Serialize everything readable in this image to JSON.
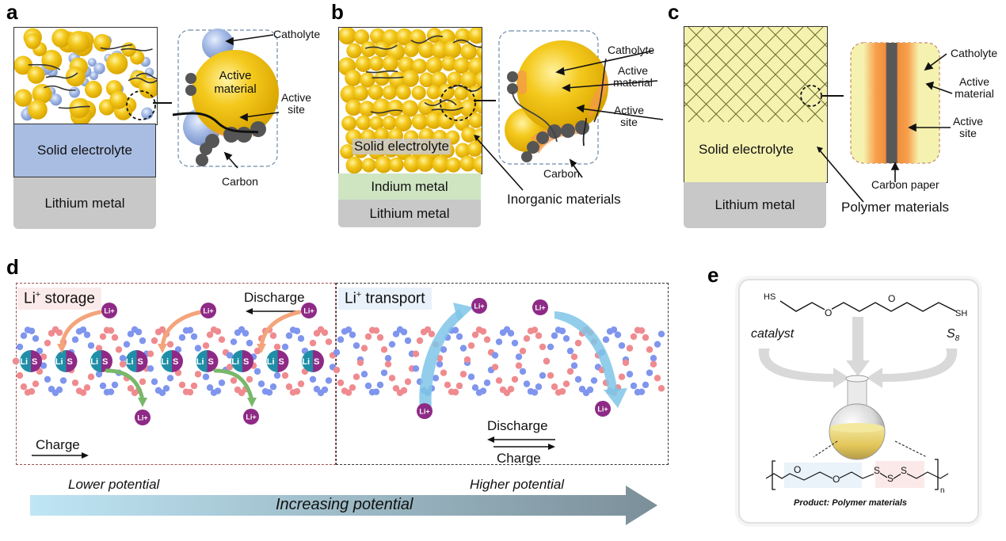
{
  "colors": {
    "active_material": "#f2c318",
    "active_site": "#f59a4a",
    "catholyte_a": "#a9bde6",
    "carbon": "#555555",
    "solid_electrolyte_a": "#a9bde3",
    "lithium_metal": "#c8c8c8",
    "indium_metal": "#cfe5c2",
    "polymer_electrolyte": "#f5f2b0",
    "helix_red": "#ef8b8f",
    "helix_blue": "#7f95ee",
    "li_ion": "#8e2a86",
    "lis_teal": "#1f8fa8",
    "storage_box": "#fbeaea",
    "transport_box": "#e9f1fb"
  },
  "panel_a": {
    "letter": "a",
    "layers": {
      "solid_electrolyte": "Solid electrolyte",
      "lithium_metal": "Lithium metal"
    },
    "zoom": {
      "center_label": "Active material",
      "callouts": {
        "catholyte": "Catholyte",
        "active_site": "Active site",
        "carbon": "Carbon"
      }
    }
  },
  "panel_b": {
    "letter": "b",
    "layers": {
      "solid_electrolyte": "Solid electrolyte",
      "indium_metal": "Indium metal",
      "lithium_metal": "Lithium metal"
    },
    "material_type": "Inorganic materials",
    "zoom": {
      "callouts": {
        "catholyte": "Catholyte",
        "active_material": "Active material",
        "active_site": "Active site",
        "carbon": "Carbon"
      }
    }
  },
  "panel_c": {
    "letter": "c",
    "layers": {
      "solid_electrolyte": "Solid electrolyte",
      "lithium_metal": "Lithium metal"
    },
    "material_type": "Polymer materials",
    "zoom": {
      "callouts": {
        "catholyte": "Catholyte",
        "active_material": "Active material",
        "active_site": "Active site",
        "carbon_paper": "Carbon paper"
      }
    }
  },
  "panel_d": {
    "letter": "d",
    "storage": {
      "title_main": "Li",
      "title_sup": "+",
      "title_rest": " storage",
      "discharge": "Discharge",
      "charge": "Charge",
      "lis_count": 9,
      "lis_label_li": "Li",
      "lis_label_s": "S",
      "ion_label": "Li+"
    },
    "transport": {
      "title_main": "Li",
      "title_sup": "+",
      "title_rest": " transport",
      "discharge": "Discharge",
      "charge": "Charge",
      "ion_label": "Li+"
    },
    "potential": {
      "lower": "Lower potential",
      "higher": "Higher potential",
      "axis": "Increasing potential"
    }
  },
  "panel_e": {
    "letter": "e",
    "monomer": {
      "left_end": "HS",
      "right_end": "SH",
      "oxygen": "O"
    },
    "catalyst": "catalyst",
    "sulfur_main": "S",
    "sulfur_sub": "8",
    "product_repeat_unit": {
      "oxygen": "O",
      "sulfur": "S",
      "subscript": "n"
    },
    "product_caption": "Product: Polymer materials"
  }
}
